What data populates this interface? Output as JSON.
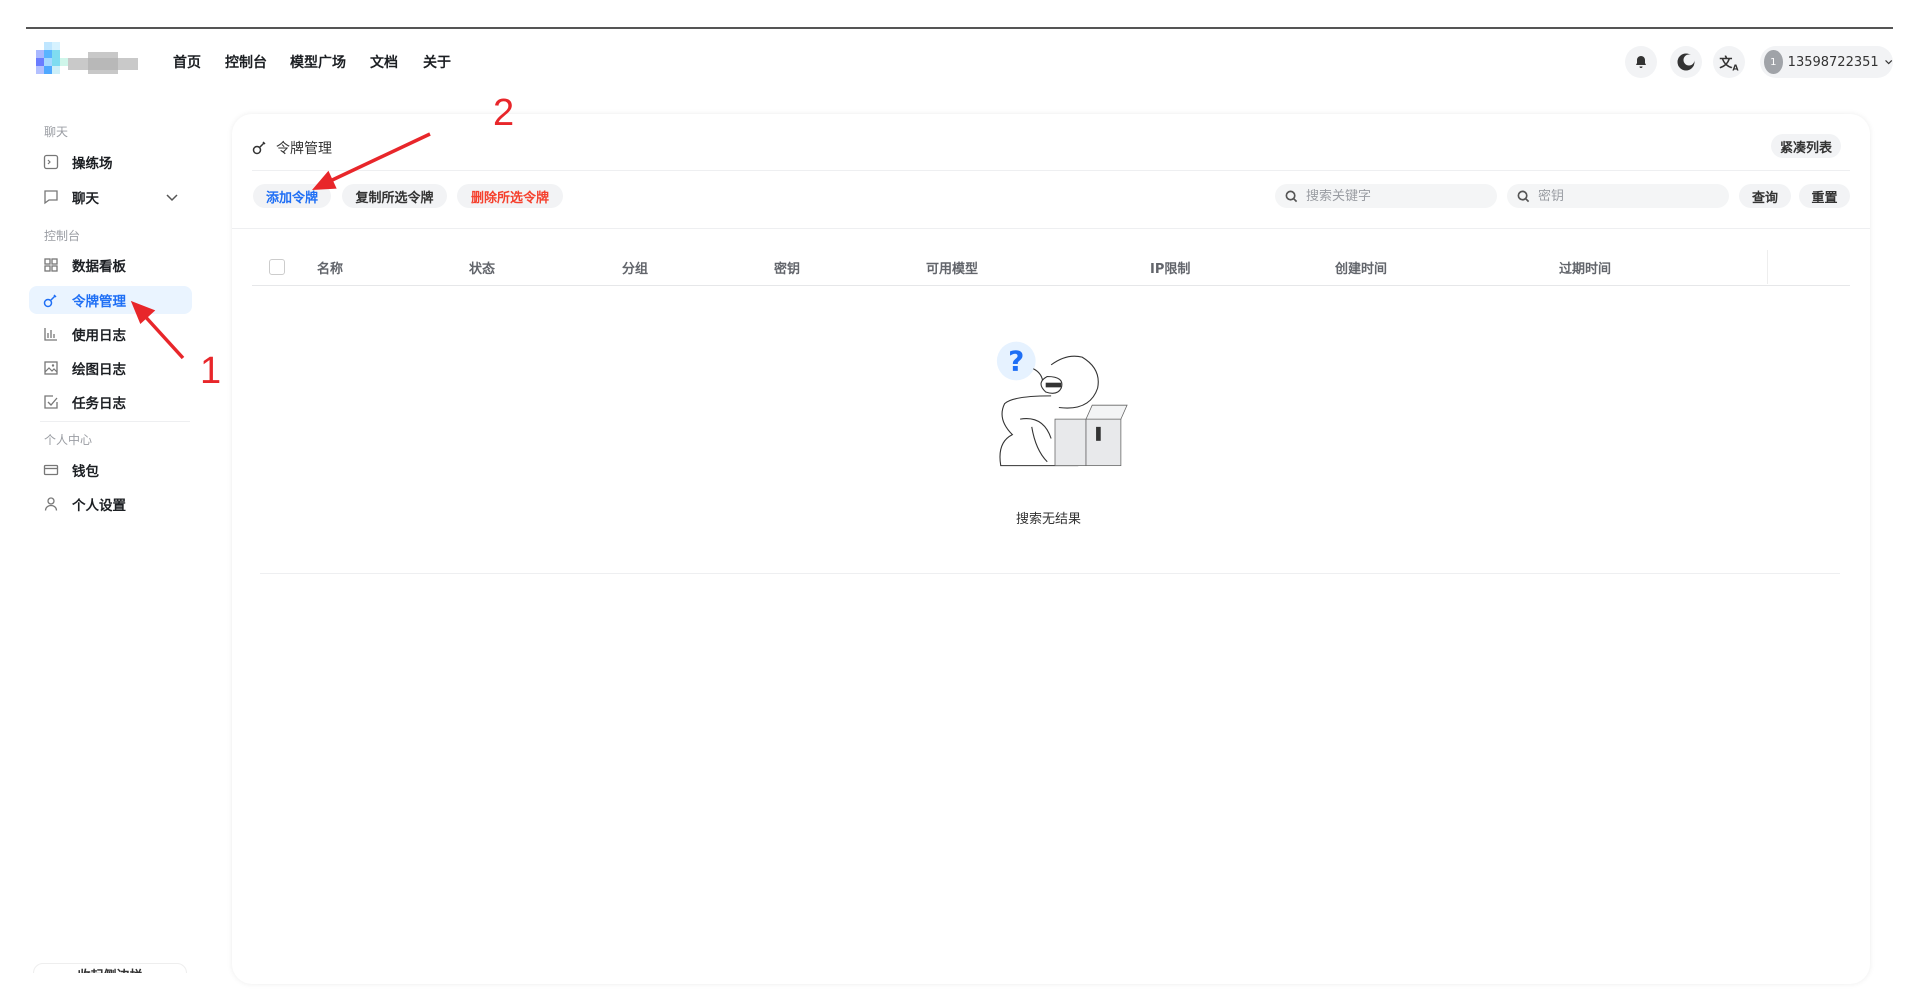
{
  "header": {
    "nav": [
      "首页",
      "控制台",
      "模型广场",
      "文档",
      "关于"
    ],
    "icons": [
      "bell-icon",
      "moon-icon",
      "translate-icon"
    ],
    "user": {
      "avatar": "1",
      "name": "13598722351"
    }
  },
  "sidebar": {
    "groups": [
      {
        "label": "聊天"
      },
      {
        "label": "控制台"
      },
      {
        "label": "个人中心"
      }
    ],
    "items": [
      {
        "label": "操练场",
        "icon": "terminal-icon"
      },
      {
        "label": "聊天",
        "icon": "chat-icon"
      },
      {
        "label": "数据看板",
        "icon": "dashboard-icon"
      },
      {
        "label": "令牌管理",
        "icon": "key-icon",
        "active": true
      },
      {
        "label": "使用日志",
        "icon": "bar-chart-icon"
      },
      {
        "label": "绘图日志",
        "icon": "image-icon"
      },
      {
        "label": "任务日志",
        "icon": "checkbox-icon"
      },
      {
        "label": "钱包",
        "icon": "wallet-icon"
      },
      {
        "label": "个人设置",
        "icon": "user-icon"
      }
    ],
    "collapse": "收起侧边栏"
  },
  "main": {
    "title": "令牌管理",
    "compact": "紧凑列表",
    "actions": {
      "add": "添加令牌",
      "copy": "复制所选令牌",
      "delete": "删除所选令牌"
    },
    "search": {
      "keyword_placeholder": "搜索关键字",
      "key_placeholder": "密钥",
      "query": "查询",
      "reset": "重置"
    },
    "columns": [
      "名称",
      "状态",
      "分组",
      "密钥",
      "可用模型",
      "IP限制",
      "创建时间",
      "过期时间"
    ],
    "empty": "搜索无结果"
  },
  "annotations": [
    "1",
    "2"
  ],
  "colors": {
    "accent": "#1f6ff5",
    "danger": "#f5412e",
    "annotation": "#e8262a"
  }
}
